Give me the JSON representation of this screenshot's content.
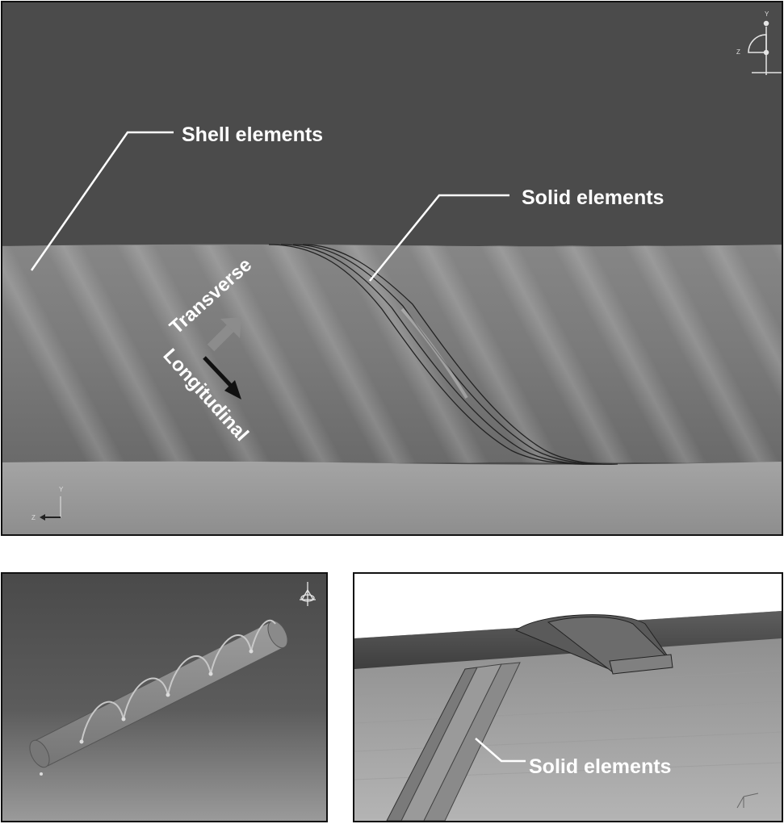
{
  "top_panel": {
    "label_shell": "Shell elements",
    "label_solid": "Solid elements",
    "arrow_transverse": "Transverse",
    "arrow_longitudinal": "Longitudinal",
    "axis_view": {
      "y": "Y",
      "z": "Z"
    },
    "axis_corner": {
      "y": "Y",
      "z": "Z"
    }
  },
  "bottom_right_panel": {
    "label_solid": "Solid elements"
  },
  "colors": {
    "background_dark": "#4a4a4a",
    "pipe_surface": "#7d7d7d",
    "lower_surface": "#9c9c9c",
    "label_text": "#ffffff",
    "arrow_transverse": "#8a8a8a",
    "arrow_longitudinal": "#111111"
  }
}
